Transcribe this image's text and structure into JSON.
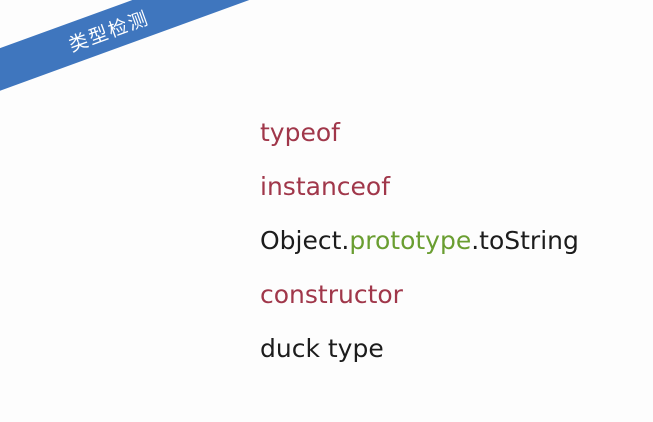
{
  "banner": {
    "title": "类型检测",
    "color": "#3f76be"
  },
  "items": [
    {
      "text": "typeof",
      "color": "#a0374a"
    },
    {
      "text": "instanceof",
      "color": "#a0374a"
    },
    {
      "parts": [
        "Object.",
        "prototype",
        ".toString"
      ],
      "colors": [
        "#1c1c1c",
        "#6a9e31",
        "#1c1c1c"
      ]
    },
    {
      "text": "constructor",
      "color": "#a0374a"
    },
    {
      "text": "duck type",
      "color": "#1c1c1c"
    }
  ]
}
